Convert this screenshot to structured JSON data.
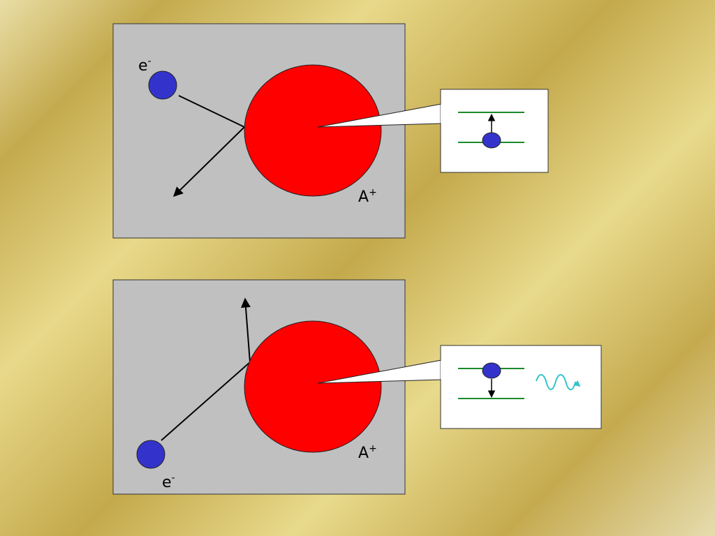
{
  "panels": [
    {
      "id": "excitation",
      "electron_label": "e",
      "electron_charge": "-",
      "ion_label": "A",
      "ion_charge": "+",
      "inset": {
        "transition": "up",
        "photon": false
      }
    },
    {
      "id": "de-excitation",
      "electron_label": "e",
      "electron_charge": "-",
      "ion_label": "A",
      "ion_charge": "+",
      "inset": {
        "transition": "down",
        "photon": true
      }
    }
  ],
  "colors": {
    "panel_fill": "#c0c0c0",
    "ion_fill": "#ff0000",
    "electron_fill": "#3333cc",
    "energy_level": "#1a8a2a",
    "photon": "#33c3cc",
    "trajectory": "#000000"
  }
}
